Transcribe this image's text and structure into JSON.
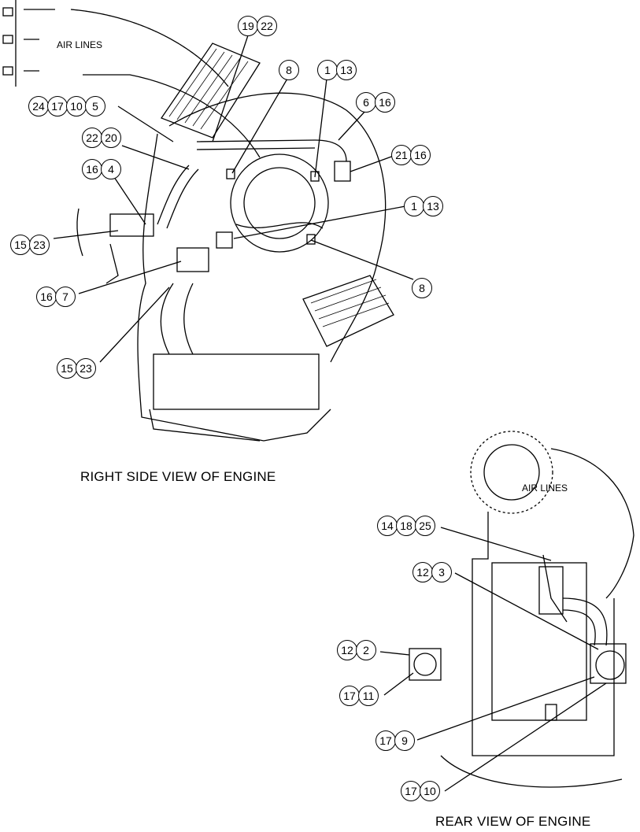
{
  "views": {
    "side_title": "RIGHT SIDE VIEW OF ENGINE",
    "rear_title": "REAR VIEW OF ENGINE"
  },
  "air_lines": [
    "AIR LINES",
    "AIR LINES"
  ],
  "callouts": [
    [
      "19",
      "22"
    ],
    [
      "8"
    ],
    [
      "1",
      "13"
    ],
    [
      "24",
      "17",
      "10",
      "5"
    ],
    [
      "6",
      "16"
    ],
    [
      "22",
      "20"
    ],
    [
      "21",
      "16"
    ],
    [
      "16",
      "4"
    ],
    [
      "1",
      "13"
    ],
    [
      "15",
      "23"
    ],
    [
      "8"
    ],
    [
      "16",
      "7"
    ],
    [
      "15",
      "23"
    ],
    [
      "14",
      "18",
      "25"
    ],
    [
      "12",
      "3"
    ],
    [
      "12",
      "2"
    ],
    [
      "17",
      "11"
    ],
    [
      "17",
      "9"
    ],
    [
      "17",
      "10"
    ]
  ]
}
